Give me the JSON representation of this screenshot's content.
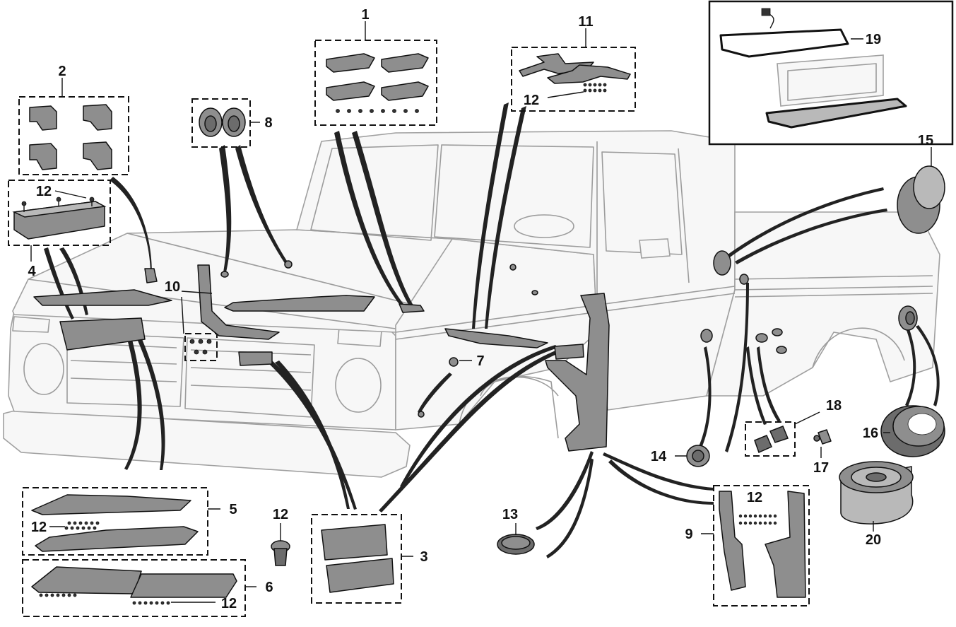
{
  "diagram": {
    "callouts": {
      "c1": "1",
      "c2": "2",
      "c3": "3",
      "c4": "4",
      "c5": "5",
      "c6": "6",
      "c7": "7",
      "c8": "8",
      "c9": "9",
      "c10": "10",
      "c11": "11",
      "c12": "12",
      "c13": "13",
      "c14": "14",
      "c15": "15",
      "c16": "16",
      "c17": "17",
      "c18": "18",
      "c19": "19",
      "c20": "20"
    },
    "colors": {
      "ink": "#111111",
      "part": "#8e8e8e",
      "truck_outline": "#9c9c9c",
      "background": "#ffffff"
    }
  }
}
